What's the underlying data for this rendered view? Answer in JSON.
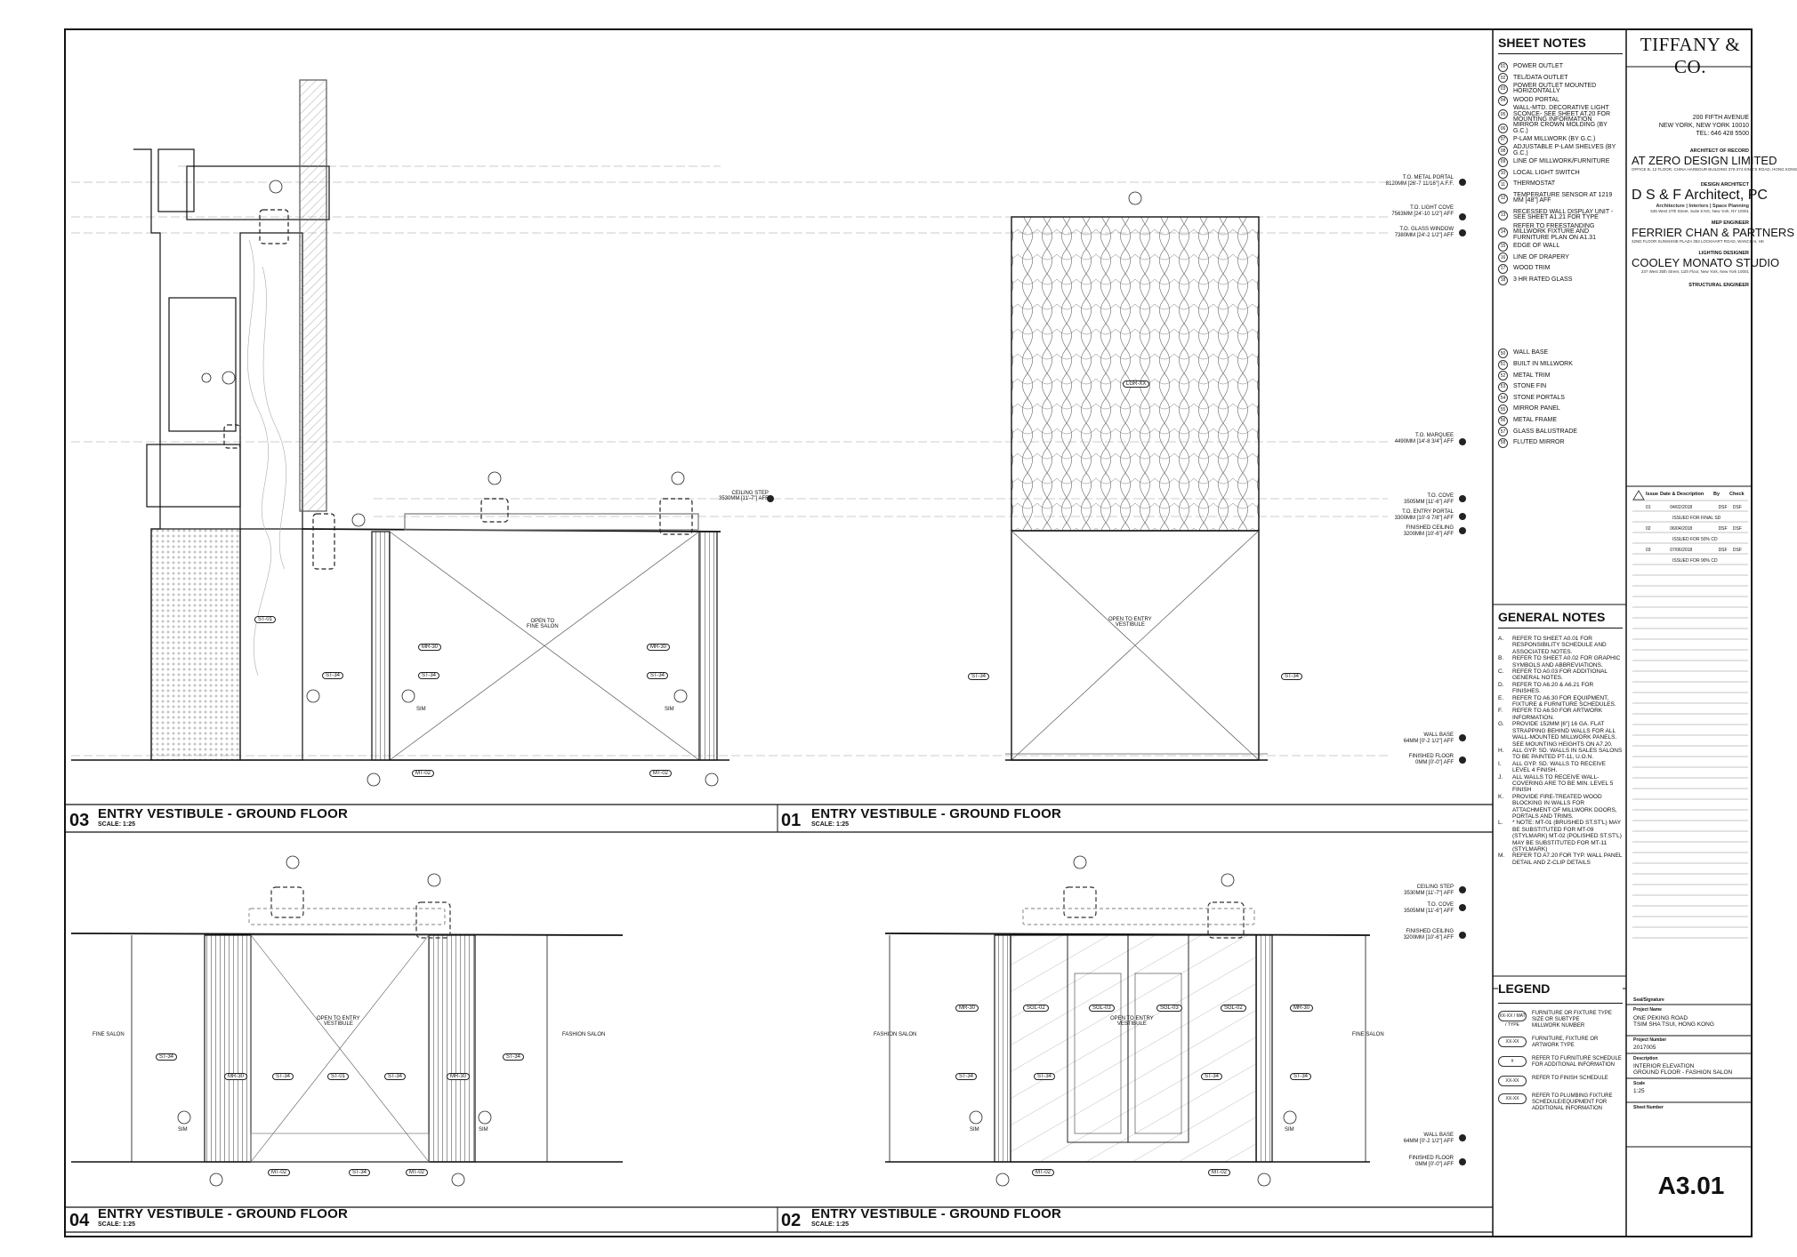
{
  "panels": [
    {
      "num": "03",
      "title": "ENTRY VESTIBULE - GROUND FLOOR",
      "scale": "SCALE:  1:25"
    },
    {
      "num": "01",
      "title": "ENTRY VESTIBULE - GROUND FLOOR",
      "scale": "SCALE:  1:25"
    },
    {
      "num": "04",
      "title": "ENTRY VESTIBULE - GROUND FLOOR",
      "scale": "SCALE:  1:25"
    },
    {
      "num": "02",
      "title": "ENTRY VESTIBULE - GROUND FLOOR",
      "scale": "SCALE:  1:25"
    }
  ],
  "sheet_notes": {
    "heading": "SHEET NOTES",
    "items": [
      {
        "n": "01",
        "t": "POWER OUTLET"
      },
      {
        "n": "02",
        "t": "TEL/DATA OUTLET"
      },
      {
        "n": "03",
        "t": "POWER OUTLET MOUNTED HORIZONTALLY"
      },
      {
        "n": "04",
        "t": "WOOD PORTAL"
      },
      {
        "n": "05",
        "t": "WALL-MTD. DECORATIVE LIGHT SCONCE- SEE SHEET AT.20 FOR MOUNTING INFORMATION"
      },
      {
        "n": "06",
        "t": "MIRROR CROWN MOLDING (BY G.C.)"
      },
      {
        "n": "07",
        "t": "P-LAM MILLWORK (BY G.C.)"
      },
      {
        "n": "08",
        "t": "ADJUSTABLE P-LAM SHELVES (BY G.C.)"
      },
      {
        "n": "09",
        "t": "LINE OF MILLWORK/FURNITURE"
      },
      {
        "n": "10",
        "t": "LOCAL LIGHT SWITCH"
      },
      {
        "n": "11",
        "t": "THERMOSTAT"
      },
      {
        "n": "12",
        "t": "TEMPERATURE SENSOR AT 1219 MM [48\"] AFF"
      },
      {
        "n": "13",
        "t": "RECESSED WALL DISPLAY UNIT - SEE SHEET A1.21 FOR TYPE"
      },
      {
        "n": "14",
        "t": "REFER TO FREESTANDING MILLWORK FIXTURE AND FURNITURE PLAN ON A1.31"
      },
      {
        "n": "15",
        "t": "EDGE OF WALL"
      },
      {
        "n": "16",
        "t": "LINE OF DRAPERY"
      },
      {
        "n": "17",
        "t": "WOOD TRIM"
      },
      {
        "n": "18",
        "t": "3 HR RATED GLASS"
      }
    ],
    "items2": [
      {
        "n": "50",
        "t": "WALL BASE"
      },
      {
        "n": "51",
        "t": "BUILT IN MILLWORK"
      },
      {
        "n": "52",
        "t": "METAL TRIM"
      },
      {
        "n": "53",
        "t": "STONE FIN"
      },
      {
        "n": "54",
        "t": "STONE PORTALS"
      },
      {
        "n": "55",
        "t": "MIRROR PANEL"
      },
      {
        "n": "56",
        "t": "METAL FRAME"
      },
      {
        "n": "57",
        "t": "GLASS BALUSTRADE"
      },
      {
        "n": "58",
        "t": "FLUTED MIRROR"
      }
    ]
  },
  "general_notes": {
    "heading": "GENERAL NOTES",
    "items": [
      {
        "l": "A.",
        "t": "REFER TO SHEET A0.01 FOR RESPONSIBILITY SCHEDULE AND ASSOCIATED NOTES."
      },
      {
        "l": "B.",
        "t": "REFER TO SHEET A0.02 FOR GRAPHIC SYMBOLS AND ABBREVIATIONS."
      },
      {
        "l": "C.",
        "t": "REFER TO A0.03 FOR ADDITIONAL GENERAL NOTES."
      },
      {
        "l": "D.",
        "t": "REFER TO A6.20 & A6.21 FOR FINISHES."
      },
      {
        "l": "E.",
        "t": "REFER TO  A6.30 FOR EQUIPMENT, FIXTURE & FURNITURE SCHEDULES."
      },
      {
        "l": "F.",
        "t": "REFER TO A6.50 FOR ARTWORK INFORMATION."
      },
      {
        "l": "G.",
        "t": "PROVIDE 152MM [6\"] 16 GA. FLAT STRAPPING BEHIND WALLS FOR ALL WALL-MOUNTED MILLWORK PANELS. SEE MOUNTING HEIGHTS ON A7.20."
      },
      {
        "l": "H.",
        "t": "ALL GYP. SD. WALLS IN SALES SALONS TO BE PAINTED PT-11, U.O.N."
      },
      {
        "l": "I.",
        "t": "ALL GYP. SD. WALLS TO RECEIVE LEVEL 4 FINISH."
      },
      {
        "l": "J.",
        "t": "ALL WALLS TO RECEIVE WALL-COVERING ARE TO BE MIN. LEVEL 5 FINISH"
      },
      {
        "l": "K.",
        "t": "PROVIDE FIRE-TREATED WOOD BLOCKING IN WALLS FOR ATTACHMENT OF MILLWORK DOORS, PORTALS AND TRIMS."
      },
      {
        "l": "L.",
        "t": "* NOTE: MT-01 (BRUSHED ST.ST'L) MAY BE SUBSTITUTED FOR MT-09 (STYLMARK) MT-02 (POLISHED ST.ST'L) MAY BE SUBSTITUTED FOR MT-11 (STYLMARK)"
      },
      {
        "l": "M.",
        "t": "REFER TO A7.20 FOR TYP. WALL PANEL DETAIL AND Z-CLIP DETAILS"
      }
    ]
  },
  "legend": {
    "heading": "LEGEND",
    "rows": [
      {
        "sym": "XX-XX / MAT / TYPE",
        "t1": "FURNITURE OR FIXTURE TYPE",
        "t2": "SIZE OR SUBTYPE",
        "t3": "MILLWORK NUMBER"
      },
      {
        "sym": "XX-XX",
        "t1": "FURNITURE, FIXTURE  OR ARTWORK TYPE"
      },
      {
        "sym": "#",
        "t1": "REFER TO FURNITURE SCHEDULE FOR ADDITIONAL INFORMATION"
      },
      {
        "sym": "XX-XX",
        "t1": "REFER TO FINISH SCHEDULE"
      },
      {
        "sym": "XX-XX",
        "t1": "REFER TO PLUMBING FIXTURE SCHEDULE/EQUIPMENT FOR ADDITIONAL INFORMATION"
      }
    ]
  },
  "title_block": {
    "brand": "TIFFANY & CO.",
    "address": [
      "200 FIFTH AVENUE",
      "NEW YORK, NEW YORK 10010",
      "TEL: 646 428 5500"
    ],
    "consultants": [
      {
        "role": "ARCHITECT OF RECORD",
        "firm": "AT ZERO DESIGN LIMITED",
        "addr": "OFFICE B, 12 FLOOR, CHINA HARBOUR BUILDING 370-374 KING'S ROAD, HONG KONG"
      },
      {
        "role": "DESIGN ARCHITECT",
        "firm": "D S & F Architect, PC",
        "sub": "Architecture | Interiors | Space Planning",
        "addr": "535 West 27th Street, Suite 8 NG, New York, NY 10001"
      },
      {
        "role": "MEP ENGINEER",
        "firm": "FERRIER CHAN & PARTNERS",
        "addr": "32ND FLOOR SUNSHINE PLAZA 353 LOCKHART ROAD, WANCHAI, HK"
      },
      {
        "role": "LIGHTING DESIGNER",
        "firm": "COOLEY MONATO STUDIO",
        "addr": "237 West 35th Street, 11th Floor, New York, New York 10001"
      },
      {
        "role": "STRUCTURAL ENGINEER",
        "firm": "",
        "addr": ""
      }
    ],
    "issue_header": {
      "issue": "Issue",
      "date": "Date & Description",
      "by": "By",
      "check": "Check"
    },
    "issues": [
      {
        "n": "01",
        "date": "04/02/2018",
        "desc": "ISSUED FOR FINAL SD",
        "by": "DSF",
        "check": "DSF"
      },
      {
        "n": "02",
        "date": "06/04/2018",
        "desc": "ISSUED FOR 50% CD",
        "by": "DSF",
        "check": "DSF"
      },
      {
        "n": "03",
        "date": "07/06/2018",
        "desc": "ISSUED FOR 90% CD",
        "by": "DSF",
        "check": "DSF"
      }
    ],
    "seal_label": "Seal/Signature",
    "project_name_label": "Project Name",
    "project_name": [
      "ONE PEKING ROAD",
      "TSIM SHA TSUI, HONG KONG"
    ],
    "project_number_label": "Project Number",
    "project_number": "2017005",
    "description_label": "Description",
    "description": [
      "INTERIOR ELEVATION",
      "GROUND FLOOR - FASHION SALON"
    ],
    "scale_label": "Scale",
    "scale": "1:25",
    "sheet_number_label": "Sheet Number",
    "sheet_number": "A3.01"
  },
  "p03": {
    "ceiling_step": [
      "CEILING STEP",
      "3530MM [11'-7\"] AFF"
    ],
    "open_to": [
      "OPEN TO",
      "FINE SALON"
    ],
    "sim": "SIM",
    "tags": {
      "mr30": "MR-30",
      "st34": "ST-34",
      "mt02": "MT-02",
      "st01": "ST-01"
    }
  },
  "p01": {
    "elevations": [
      {
        "l1": "T.O. METAL PORTAL",
        "l2": "8120MM [26'-7 11/16\"] A.F.F."
      },
      {
        "l1": "T.O. LIGHT COVE",
        "l2": "7563MM [24'-10 1/2\"] AFF"
      },
      {
        "l1": "T.O. GLASS WINDOW",
        "l2": "7380MM [24'-2 1/2\"] AFF"
      },
      {
        "l1": "T.O. MARQUEE",
        "l2": "4490MM [14'-8 3/4\"] AFF"
      },
      {
        "l1": "T.O. COVE",
        "l2": "3505MM [11'-6\"] AFF"
      },
      {
        "l1": "T.O. ENTRY PORTAL",
        "l2": "3300MM [10'-9 7/8\"] AFF"
      },
      {
        "l1": "FINISHED CEILING",
        "l2": "3200MM [10'-6\"] AFF"
      },
      {
        "l1": "WALL BASE",
        "l2": "64MM [0'-2 1/2\"] AFF"
      },
      {
        "l1": "FINISHED FLOOR",
        "l2": "0MM [0'-0\"] AFF"
      }
    ],
    "open_to": [
      "OPEN TO ENTRY",
      "VESTIBULE"
    ],
    "center_tag": "LGR-XX",
    "st34": "ST-34"
  },
  "p04": {
    "left_room": "FINE SALON",
    "right_room": "FASHION SALON",
    "open_to": [
      "OPEN TO ENTRY",
      "VESTIBULE"
    ],
    "tags": {
      "st34": "ST-34",
      "mr30": "MR-30",
      "st01": "ST-01",
      "mt02": "MT-02"
    },
    "sim": "SIM"
  },
  "p02": {
    "left_room": "FASHION SALON",
    "right_room": "FINE SALON",
    "open_to": [
      "OPEN TO ENTRY",
      "VESTIBULE"
    ],
    "elevations": [
      {
        "l1": "CEILING STEP",
        "l2": "3530MM [11'-7\"] AFF"
      },
      {
        "l1": "T.O. COVE",
        "l2": "3505MM [11'-6\"] AFF"
      },
      {
        "l1": "FINISHED CEILING",
        "l2": "3200MM [10'-6\"] AFF"
      },
      {
        "l1": "WALL BASE",
        "l2": "64MM [0'-2 1/2\"] AFF"
      },
      {
        "l1": "FINISHED FLOOR",
        "l2": "0MM [0'-0\"] AFF"
      }
    ],
    "tags": {
      "mr30": "MR-30",
      "sgl02": "SGL-02",
      "sgl03": "SGL-03",
      "st34": "ST-34",
      "mt02": "MT-02"
    },
    "sim": "SIM"
  }
}
